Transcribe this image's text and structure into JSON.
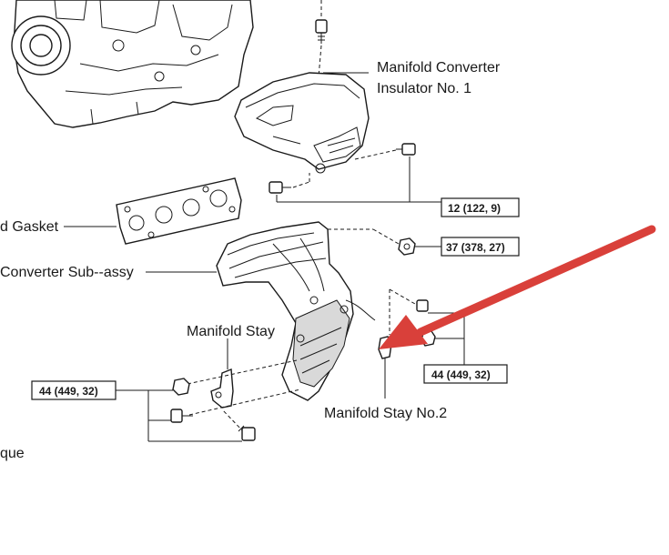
{
  "labels": {
    "insulator_line1": "Manifold Converter",
    "insulator_line2": "Insulator No. 1",
    "gasket": "d Gasket",
    "sub_assy": "Converter Sub--assy",
    "stay": "Manifold Stay",
    "stay_no2": "Manifold Stay No.2",
    "torque_partial": "que"
  },
  "torque_specs": {
    "spec_12": "12 (122, 9)",
    "spec_37": "37 (378, 27)",
    "spec_44_right": "44 (449, 32)",
    "spec_44_left": "44 (449, 32)"
  },
  "colors": {
    "arrow": "#d9403a",
    "line": "#1a1a1a"
  }
}
